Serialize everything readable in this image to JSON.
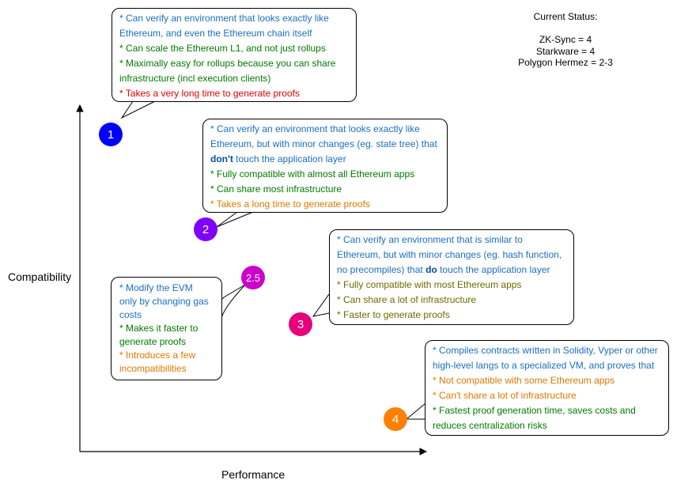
{
  "axes": {
    "x_label": "Performance",
    "y_label": "Compatibility"
  },
  "status": {
    "title": "Current Status:",
    "lines": [
      "ZK-Sync = 4",
      "Starkware = 4",
      "Polygon Hermez = 2-3"
    ]
  },
  "types": [
    {
      "marker": "1",
      "color": "#0000ff",
      "lines": [
        [
          "* Can verify an environment that looks exactly like"
        ],
        [
          "Ethereum, and even the Ethereum chain itself"
        ],
        [
          "* Can scale the Ethereum L1, and not just rollups"
        ],
        [
          "* Maximally easy for rollups because you can share"
        ],
        [
          "infrastructure (incl execution clients)"
        ],
        [
          "* Takes a very long time to generate proofs"
        ]
      ]
    },
    {
      "marker": "2",
      "color": "#7f00ff",
      "lines": [
        [
          "* Can verify an environment that looks exactly like"
        ],
        [
          "Ethereum, but with minor changes (eg. state tree) that"
        ],
        [
          "don't",
          " touch the application layer"
        ],
        [
          "* Fully compatible with almost all Ethereum apps"
        ],
        [
          "* Can share most infrastructure"
        ],
        [
          "* Takes a long time to generate proofs"
        ]
      ]
    },
    {
      "marker": "2.5",
      "color": "#cc00cc",
      "lines": [
        [
          "* Modify the EVM"
        ],
        [
          "only by changing gas"
        ],
        [
          "costs"
        ],
        [
          "* Makes it faster to"
        ],
        [
          "generate proofs"
        ],
        [
          "* Introduces a few"
        ],
        [
          "incompatibilities"
        ]
      ]
    },
    {
      "marker": "3",
      "color": "#e6007a",
      "lines": [
        [
          "* Can verify an environment that is similar to"
        ],
        [
          "Ethereum, but with minor changes (eg. hash function,"
        ],
        [
          "no precompiles) that ",
          "do",
          " touch the application layer"
        ],
        [
          "* Fully compatible with most Ethereum apps"
        ],
        [
          "* Can share a lot of infrastructure"
        ],
        [
          "* Faster to generate proofs"
        ]
      ]
    },
    {
      "marker": "4",
      "color": "#ff8000",
      "lines": [
        [
          "* Compiles contracts written in Solidity, Vyper or other"
        ],
        [
          "high-level langs to a specialized VM, and proves that"
        ],
        [
          "* Not compatible with some Ethereum apps"
        ],
        [
          "* Can't share a lot of infrastructure"
        ],
        [
          "* Fastest proof generation time, saves costs and"
        ],
        [
          "reduces centralization risks"
        ]
      ]
    }
  ]
}
